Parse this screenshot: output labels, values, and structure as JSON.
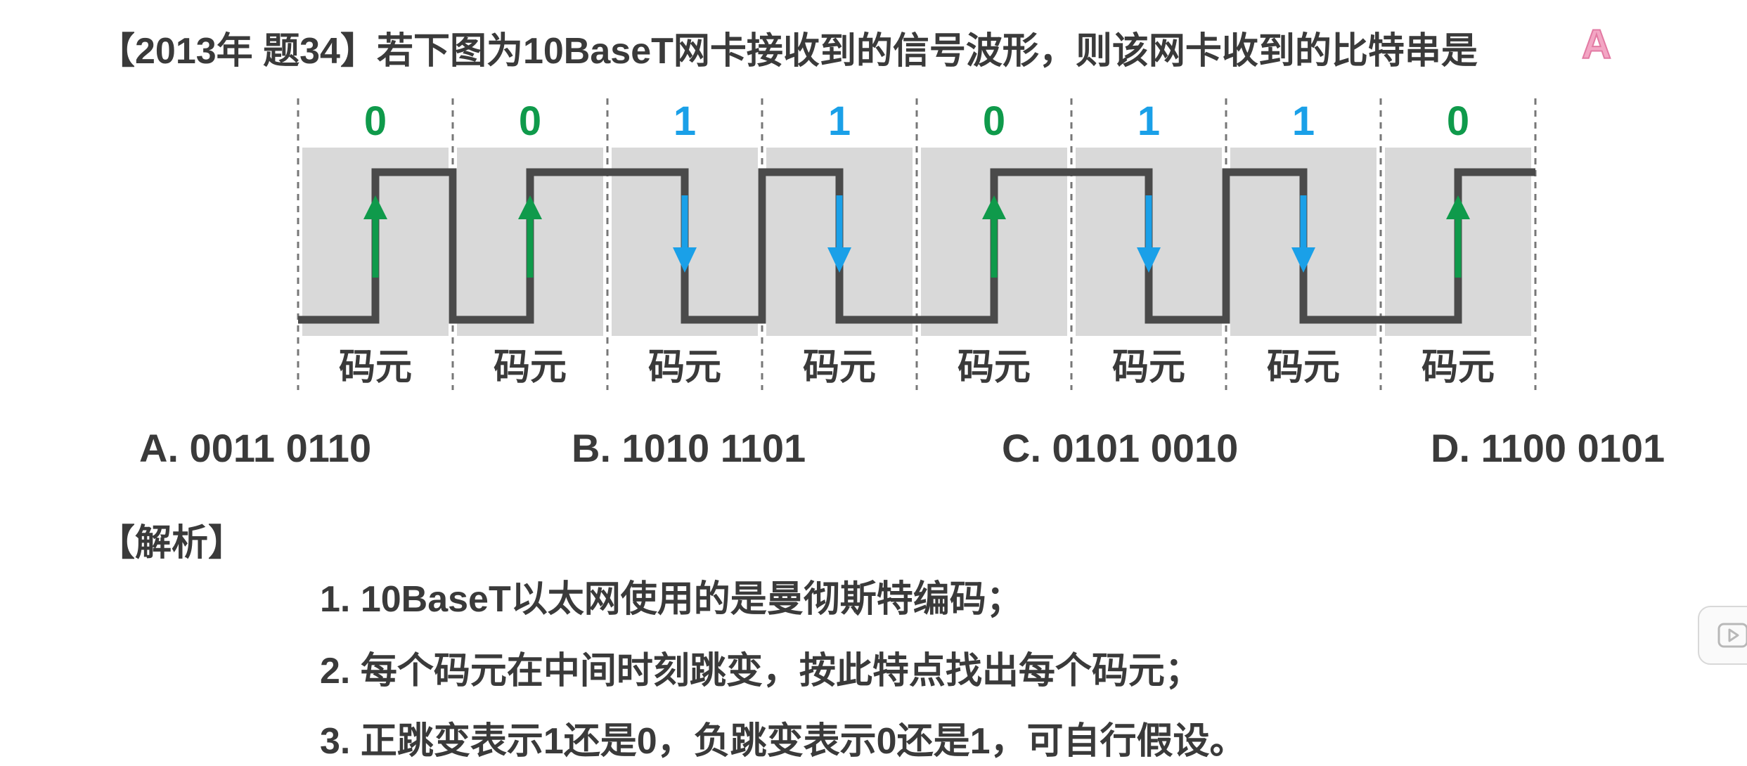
{
  "question": {
    "title": "【2013年 题34】若下图为10BaseT网卡接收到的信号波形，则该网卡收到的比特串是",
    "answer": "A"
  },
  "diagram": {
    "symbols": [
      {
        "bit": "0",
        "level_first": "low",
        "transition": "up"
      },
      {
        "bit": "0",
        "level_first": "low",
        "transition": "up"
      },
      {
        "bit": "1",
        "level_first": "high",
        "transition": "down"
      },
      {
        "bit": "1",
        "level_first": "high",
        "transition": "down"
      },
      {
        "bit": "0",
        "level_first": "low",
        "transition": "up"
      },
      {
        "bit": "1",
        "level_first": "high",
        "transition": "down"
      },
      {
        "bit": "1",
        "level_first": "high",
        "transition": "down"
      },
      {
        "bit": "0",
        "level_first": "low",
        "transition": "up"
      }
    ],
    "symbol_label": "码元",
    "colors": {
      "bit_0": "#0f9a4b",
      "bit_1": "#1aa0e8",
      "arrow_up": "#0f9a4b",
      "arrow_down": "#1aa0e8",
      "signal": "#4a4a4a",
      "symbol_bg": "#d9d9d9"
    }
  },
  "options": [
    {
      "label": "A. 0011 0110"
    },
    {
      "label": "B. 1010 1101"
    },
    {
      "label": "C. 0101 0010"
    },
    {
      "label": "D. 1100 0101"
    }
  ],
  "analysis": {
    "heading": "【解析】",
    "points": [
      "1. 10BaseT以太网使用的是曼彻斯特编码；",
      "2. 每个码元在中间时刻跳变，按此特点找出每个码元；",
      "3. 正跳变表示1还是0，负跳变表示0还是1，可自行假设。"
    ]
  }
}
